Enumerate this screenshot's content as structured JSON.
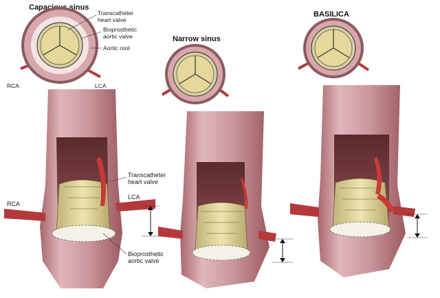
{
  "panels": [
    {
      "title": "Capacious sinus"
    },
    {
      "title": "Narrow sinus"
    },
    {
      "title": "BASILICA"
    }
  ],
  "top_labels": {
    "thv": [
      "Transcatheter",
      "heart valve"
    ],
    "bav": [
      "Bioprosthetic",
      "aortic valve"
    ],
    "root": "Aortic root",
    "rca": "RCA",
    "lca": "LCA"
  },
  "side_labels": {
    "rca": "RCA",
    "thv": [
      "Transcatheter",
      "heart valve"
    ],
    "lca": "LCA",
    "bav": [
      "Bioprosthetic",
      "aortic valve"
    ]
  },
  "colors": {
    "root_ring": "#c9939a",
    "root_outer": "#8a5a5e",
    "leaflet": "#e6d79a",
    "aorta_wall": "#c48a8f",
    "aorta_inner": "#7a3a3e",
    "valve_frame": "#d8cf96",
    "coronary": "#b3393b",
    "arrow": "#111111"
  }
}
